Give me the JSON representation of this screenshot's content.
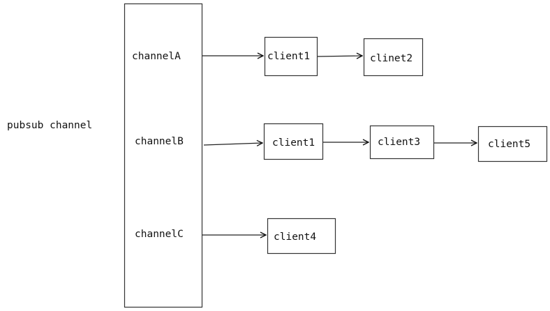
{
  "title": "pubsub channel",
  "channels": [
    {
      "id": "A",
      "label": "channelA"
    },
    {
      "id": "B",
      "label": "channelB"
    },
    {
      "id": "C",
      "label": "channelC"
    }
  ],
  "clients": [
    {
      "id": "a1",
      "label": "client1"
    },
    {
      "id": "a2",
      "label": "clinet2"
    },
    {
      "id": "b1",
      "label": "client1"
    },
    {
      "id": "b3",
      "label": "client3"
    },
    {
      "id": "b5",
      "label": "client5"
    },
    {
      "id": "c4",
      "label": "client4"
    }
  ],
  "links": [
    {
      "from": "A",
      "to": "a1"
    },
    {
      "from": "a1",
      "to": "a2"
    },
    {
      "from": "B",
      "to": "b1"
    },
    {
      "from": "b1",
      "to": "b3"
    },
    {
      "from": "b3",
      "to": "b5"
    },
    {
      "from": "C",
      "to": "c4"
    }
  ],
  "colors": {
    "stroke": "#333333",
    "text": "#111111",
    "background": "#ffffff"
  }
}
